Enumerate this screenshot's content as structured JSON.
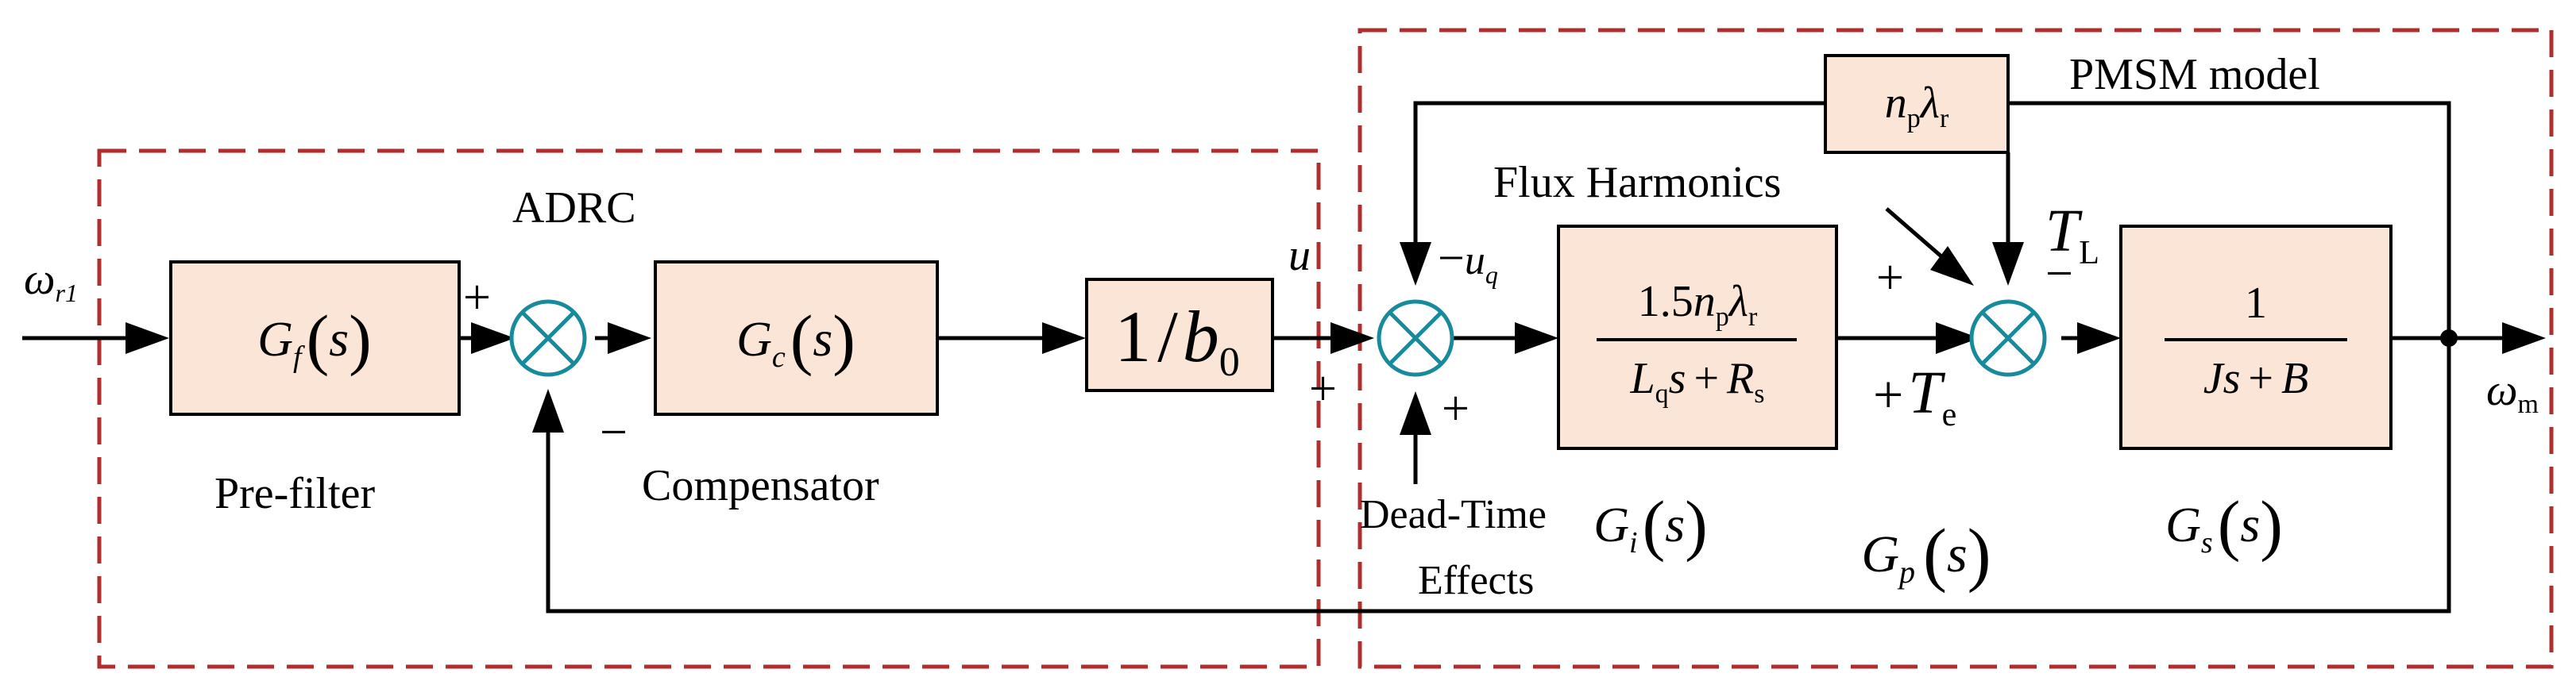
{
  "colors": {
    "block_fill": "#fbe5d6",
    "summing_junction": "#178a9c",
    "region_border": "#b02e2e",
    "wire": "#000000"
  },
  "regions": {
    "adrc": "ADRC",
    "pmsm": "PMSM model"
  },
  "blocks": {
    "prefilter": {
      "fn": "G",
      "sub": "f",
      "arg": "s"
    },
    "compensator": {
      "fn": "G",
      "sub": "c",
      "arg": "s"
    },
    "gain": {
      "num": "1",
      "slash": "/",
      "sym": "b",
      "sub": "0"
    },
    "current_loop": {
      "num_coef": "1.5",
      "num_n": "n",
      "num_n_sub": "p",
      "num_lam": "λ",
      "num_lam_sub": "r",
      "den_l": "L",
      "den_l_sub": "q",
      "den_s": "s",
      "den_plus": "+",
      "den_r": "R",
      "den_r_sub": "s"
    },
    "mechanical": {
      "num": "1",
      "den_j": "Js",
      "den_plus": "+",
      "den_b": "B"
    },
    "flux_gain": {
      "n": "n",
      "n_sub": "p",
      "lam": "λ",
      "lam_sub": "r"
    }
  },
  "labels": {
    "input": {
      "sym": "ω",
      "sub": "r1"
    },
    "output": {
      "sym": "ω",
      "sub": "m"
    },
    "control": "u",
    "uq": {
      "sign": "−",
      "sym": "u",
      "sub": "q"
    },
    "load": {
      "sym": "T",
      "sub": "L"
    },
    "torque": {
      "sign": "+",
      "sym": "T",
      "sub": "e"
    },
    "prefilter_caption": "Pre-filter",
    "compensator_caption": "Compensator",
    "deadtime_line1": "Dead-Time",
    "deadtime_line2": "Effects",
    "flux_harmonics": "Flux Harmonics",
    "gi": {
      "fn": "G",
      "sub": "i",
      "arg": "s"
    },
    "gp": {
      "fn": "G",
      "sub": "p",
      "arg": "s"
    },
    "gs": {
      "fn": "G",
      "sub": "s",
      "arg": "s"
    }
  },
  "signs": {
    "sum1_plus": "+",
    "sum1_minus": "−",
    "sum2_plus_left": "+",
    "sum2_plus_bottom": "+",
    "sum3_plus_top": "+",
    "sum3_minus": "−",
    "paren_open": "(",
    "paren_close": ")"
  }
}
